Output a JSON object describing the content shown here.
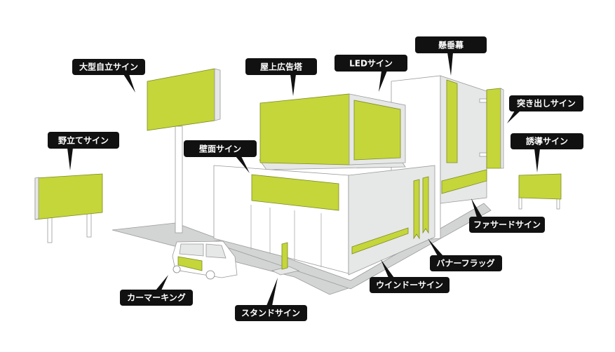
{
  "colors": {
    "sign": "#c4d63a",
    "wall": "#e6e7e7",
    "label_bg": "#111111"
  },
  "labels": {
    "freestanding": "大型自立サイン",
    "rooftop": "屋上広告塔",
    "led": "LEDサイン",
    "banner_hanging": "懸垂幕",
    "projecting": "突き出しサイン",
    "guide": "誘導サイン",
    "field": "野立てサイン",
    "wall": "壁面サイン",
    "facade": "ファサードサイン",
    "banner_flag": "バナーフラッグ",
    "window": "ウインドーサイン",
    "car": "カーマーキング",
    "stand": "スタンドサイン"
  }
}
